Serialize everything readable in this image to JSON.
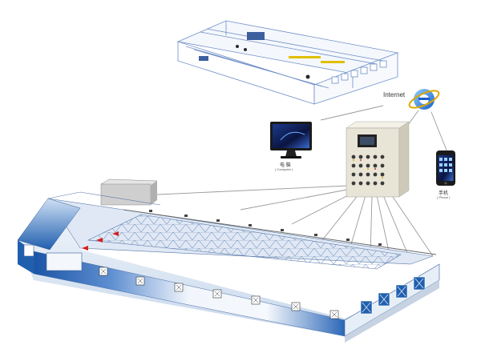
{
  "labels": {
    "internet": "Internet",
    "computer_cn": "电 脑",
    "computer_en": "( Computer )",
    "phone_cn": "手机",
    "phone_en": "( Phone )"
  },
  "icons": {
    "internet": "internet-explorer-icon",
    "computer": "monitor-icon",
    "controller": "control-cabinet",
    "phone": "smartphone-icon"
  },
  "colors": {
    "barn_blue": "#1f5fae",
    "barn_light": "#eef3fa",
    "network_line": "#9a9a9a",
    "cabinet": "#e8e4d6",
    "sketch_line": "#6f8fc7"
  }
}
